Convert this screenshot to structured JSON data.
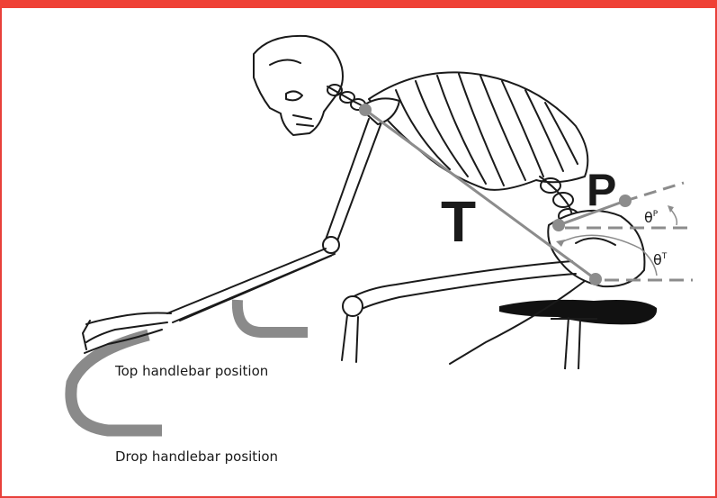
{
  "labels": {
    "T": "T",
    "P": "P",
    "theta_p": "θ",
    "theta_p_sup": "P",
    "theta_t": "θ",
    "theta_t_sup": "T",
    "top_position": "Top handlebar position",
    "drop_position": "Drop handlebar position"
  },
  "colors": {
    "accent_bar": "#ef4136",
    "vector_gray": "#8c8c8c",
    "handlebar_gray": "#8a8a8a",
    "ink": "#1a1a1a"
  }
}
